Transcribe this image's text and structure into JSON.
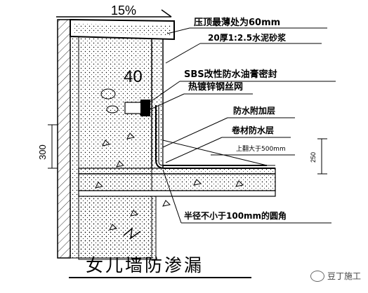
{
  "slope_label": "15%",
  "labels": {
    "coping": "压顶最薄处为60mm",
    "mortar": "20厚1:2.5水泥砂浆",
    "sbs": "SBS改性防水油膏密封",
    "mesh": "热镀锌钢丝网",
    "additional": "防水附加层",
    "membrane": "卷材防水层",
    "up": "上翻大于500mm",
    "radius": "半径不小于100mm的圆角"
  },
  "dims": {
    "d300": "300",
    "d250": "250",
    "d40": "40"
  },
  "title": "女儿墙防渗漏",
  "watermark": "豆丁施工"
}
